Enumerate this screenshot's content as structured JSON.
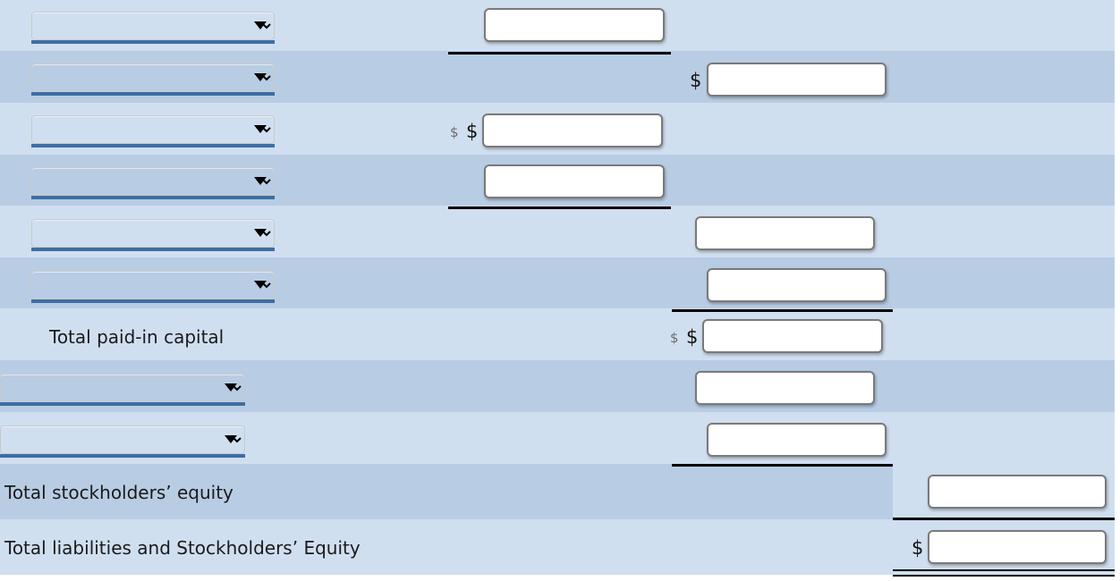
{
  "form": {
    "title": "Stockholders' Equity section worksheet",
    "currency_symbol": "$",
    "colors": {
      "row_light": "#d0dff0",
      "row_dark": "#b8cde4",
      "select_underline": "#3d6ea5",
      "input_border": "#7a7a7a",
      "rule": "#000000",
      "text": "#1a1a1a"
    }
  },
  "rows": [
    {
      "id": "row-1",
      "shade": "light",
      "label": "",
      "select": {
        "name": "equity-line-item-1",
        "value": "",
        "placeholder": ""
      },
      "amounts": [
        {
          "name": "amount-col2-row1",
          "value": "",
          "prefix": ""
        }
      ],
      "rule": "subtotal"
    },
    {
      "id": "row-2",
      "shade": "dark",
      "label": "",
      "select": {
        "name": "equity-line-item-2",
        "value": "",
        "placeholder": ""
      },
      "amounts": [
        {
          "name": "amount-col3-row2",
          "value": "",
          "prefix": "$"
        }
      ],
      "rule": "none"
    },
    {
      "id": "row-3",
      "shade": "light",
      "label": "",
      "select": {
        "name": "equity-line-item-3",
        "value": "",
        "placeholder": ""
      },
      "amounts": [
        {
          "name": "amount-col2-row3",
          "value": "",
          "prefix": "$",
          "ghost_prefix": "$"
        }
      ],
      "rule": "none"
    },
    {
      "id": "row-4",
      "shade": "dark",
      "label": "",
      "select": {
        "name": "equity-line-item-4",
        "value": "",
        "placeholder": ""
      },
      "amounts": [
        {
          "name": "amount-col2-row4",
          "value": "",
          "prefix": ""
        }
      ],
      "rule": "subtotal"
    },
    {
      "id": "row-5",
      "shade": "light",
      "label": "",
      "select": {
        "name": "equity-line-item-5",
        "value": "",
        "placeholder": ""
      },
      "amounts": [
        {
          "name": "amount-col3-row5",
          "value": "",
          "prefix": ""
        }
      ],
      "rule": "none"
    },
    {
      "id": "row-6",
      "shade": "dark",
      "label": "",
      "select": {
        "name": "equity-line-item-6",
        "value": "",
        "placeholder": ""
      },
      "amounts": [
        {
          "name": "amount-col3-row6",
          "value": "",
          "prefix": ""
        }
      ],
      "rule": "subtotal"
    },
    {
      "id": "row-7",
      "shade": "light",
      "label": "Total paid-in capital",
      "select": null,
      "amounts": [
        {
          "name": "amount-total-paid-in-capital",
          "value": "",
          "prefix": "$",
          "ghost_prefix": "$"
        }
      ],
      "rule": "none"
    },
    {
      "id": "row-8",
      "shade": "dark",
      "label": "",
      "select": {
        "name": "equity-line-item-8",
        "value": "",
        "placeholder": ""
      },
      "amounts": [
        {
          "name": "amount-col3-row8",
          "value": "",
          "prefix": ""
        }
      ],
      "rule": "none"
    },
    {
      "id": "row-9",
      "shade": "light",
      "label": "",
      "select": {
        "name": "equity-line-item-9",
        "value": "",
        "placeholder": ""
      },
      "amounts": [
        {
          "name": "amount-col3-row9",
          "value": "",
          "prefix": ""
        }
      ],
      "rule": "subtotal"
    },
    {
      "id": "row-10",
      "shade": "dark",
      "label": "Total stockholders’ equity",
      "select": null,
      "amounts": [
        {
          "name": "amount-total-stockholders-equity",
          "value": "",
          "prefix": ""
        }
      ],
      "rule": "subtotal"
    },
    {
      "id": "row-11",
      "shade": "light",
      "label": "Total liabilities and Stockholders’ Equity",
      "select": null,
      "amounts": [
        {
          "name": "amount-total-liabilities-and-equity",
          "value": "",
          "prefix": "$"
        }
      ],
      "rule": "double"
    }
  ],
  "labels": {
    "total_paid_in_capital": "Total paid-in capital",
    "total_stockholders_equity": "Total stockholders’ equity",
    "total_liabilities_and_equity": "Total liabilities and Stockholders’ Equity"
  },
  "icons": {
    "select_caret": "chevron-down-icon"
  }
}
